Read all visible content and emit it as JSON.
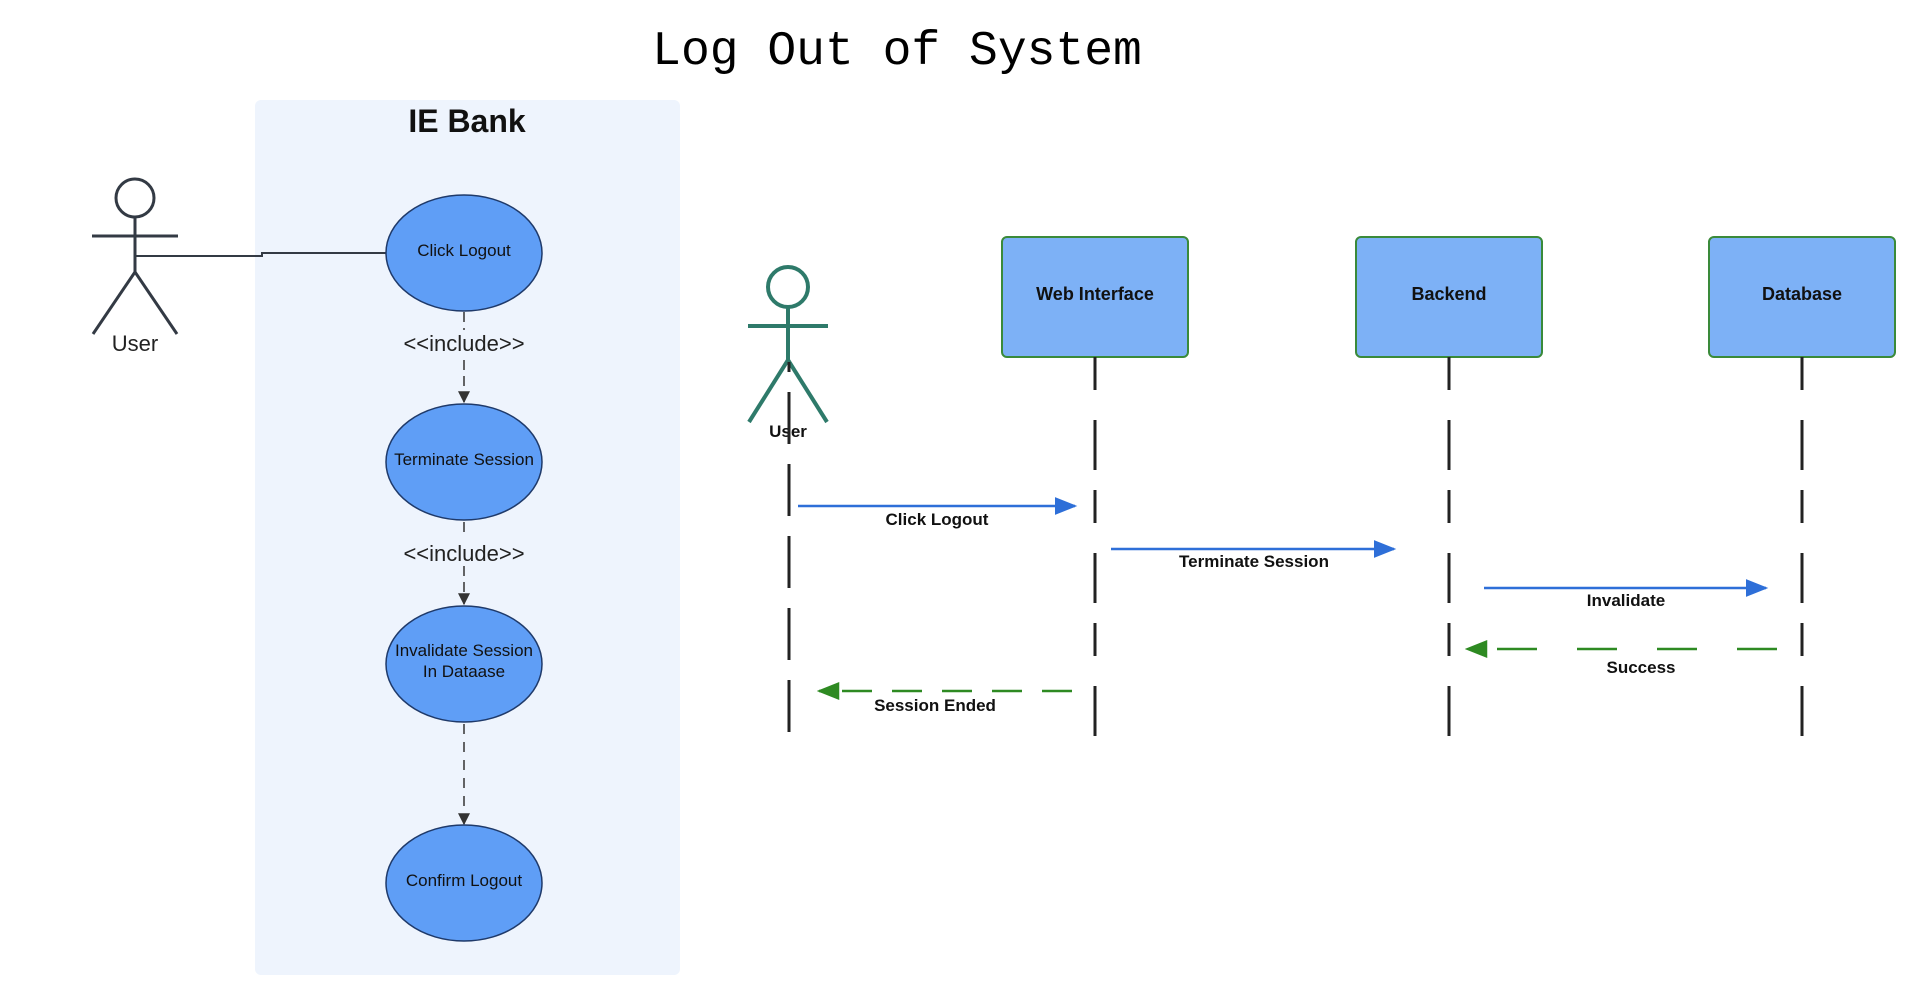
{
  "title": "Log Out of System",
  "use_case_diagram": {
    "system_name": "IE Bank",
    "actor": "User",
    "use_cases": [
      {
        "id": "uc1",
        "lines": [
          "Click Logout"
        ]
      },
      {
        "id": "uc2",
        "lines": [
          "Terminate Session"
        ]
      },
      {
        "id": "uc3",
        "lines": [
          "Invalidate Session",
          "In Dataase"
        ]
      },
      {
        "id": "uc4",
        "lines": [
          "Confirm Logout"
        ]
      }
    ],
    "relations": [
      {
        "from": "uc1",
        "to": "uc2",
        "label": "<<include>>"
      },
      {
        "from": "uc2",
        "to": "uc3",
        "label": "<<include>>"
      },
      {
        "from": "uc3",
        "to": "uc4",
        "label": ""
      }
    ]
  },
  "sequence_diagram": {
    "actor": "User",
    "participants": [
      "Web Interface",
      "Backend",
      "Database"
    ],
    "messages": [
      {
        "from": "User",
        "to": "Web Interface",
        "label": "Click Logout",
        "style": "sync"
      },
      {
        "from": "Web Interface",
        "to": "Backend",
        "label": "Terminate Session",
        "style": "sync"
      },
      {
        "from": "Backend",
        "to": "Database",
        "label": "Invalidate",
        "style": "sync"
      },
      {
        "from": "Database",
        "to": "Backend",
        "label": "Success",
        "style": "return"
      },
      {
        "from": "Web Interface",
        "to": "User",
        "label": "Session Ended",
        "style": "return"
      }
    ]
  },
  "colors": {
    "system_bg": "#eef4fd",
    "usecase_fill": "#5f9ef6",
    "participant_fill": "#7db1f6",
    "participant_border": "#3a8a3a",
    "seq_actor": "#2e7a6a",
    "sync_arrow": "#2e6fd8",
    "return_arrow": "#2e8a22",
    "lifeline": "#222222",
    "actor_stroke": "#333a44"
  }
}
